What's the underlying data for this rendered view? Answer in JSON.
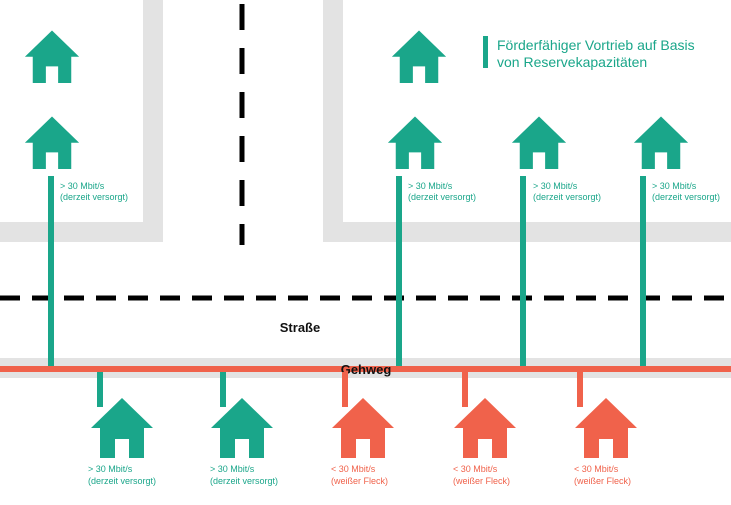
{
  "colors": {
    "served": "#1aa68a",
    "white_spot": "#f0624b",
    "block": "#e3e3e3",
    "road_marking": "#000000"
  },
  "legend": {
    "line1": "Förderfähiger Vortrieb auf Basis",
    "line2": "von Reservekapazitäten"
  },
  "road": {
    "label": "Straße"
  },
  "sidewalk": {
    "label": "Gehweg"
  },
  "labels": {
    "served_line1": "> 30 Mbit/s",
    "served_line2": "(derzeit versorgt)",
    "white_line1": "< 30 Mbit/s",
    "white_line2": "(weißer Fleck)"
  },
  "houses": [
    {
      "id": "top-left-1",
      "status": "served",
      "labeled": false
    },
    {
      "id": "top-left-2",
      "status": "served",
      "labeled": true
    },
    {
      "id": "top-right-1",
      "status": "served",
      "labeled": false
    },
    {
      "id": "top-right-2",
      "status": "served",
      "labeled": true
    },
    {
      "id": "top-right-3",
      "status": "served",
      "labeled": true
    },
    {
      "id": "top-right-4",
      "status": "served",
      "labeled": true
    },
    {
      "id": "bottom-1",
      "status": "served",
      "labeled": true
    },
    {
      "id": "bottom-2",
      "status": "served",
      "labeled": true
    },
    {
      "id": "bottom-3",
      "status": "white_spot",
      "labeled": true
    },
    {
      "id": "bottom-4",
      "status": "white_spot",
      "labeled": true
    },
    {
      "id": "bottom-5",
      "status": "white_spot",
      "labeled": true
    }
  ]
}
